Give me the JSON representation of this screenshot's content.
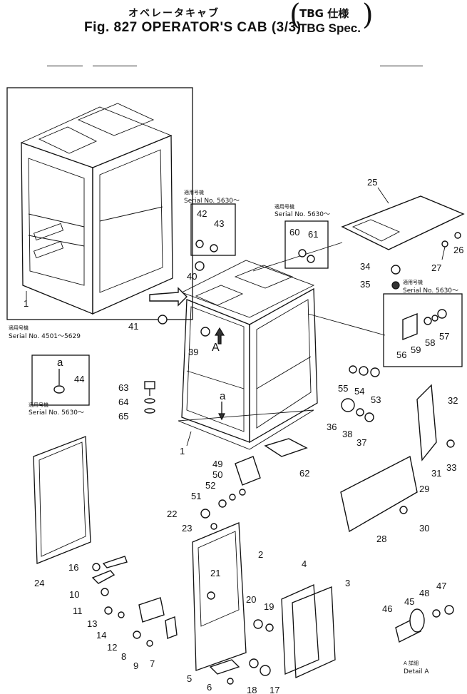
{
  "title": {
    "jp": "オベレータキャブ",
    "en": "Fig. 827 OPERATOR'S CAB (3/3)",
    "side_jp": "TBG 仕様",
    "side_en": "TBG Spec."
  },
  "notes": {
    "serial_42": {
      "jp": "適用号機",
      "en": "Serial No. 5630～"
    },
    "serial_60": {
      "jp": "適用号機",
      "en": "Serial No. 5630～"
    },
    "serial_56": {
      "jp": "適用号機",
      "en": "Serial No. 5630～"
    },
    "serial_44": {
      "jp": "適用号機",
      "en": "Serial No. 5630～"
    },
    "serial_old": {
      "jp": "適用号機",
      "en": "Serial No. 4501～5629"
    },
    "detail": {
      "jp": "A 詳細",
      "en": "Detail A"
    },
    "arrow_a": "A",
    "small_a1": "a",
    "small_a2": "a"
  },
  "part_numbers": [
    "1",
    "1",
    "2",
    "3",
    "4",
    "5",
    "6",
    "7",
    "8",
    "9",
    "10",
    "11",
    "12",
    "13",
    "14",
    "16",
    "17",
    "18",
    "19",
    "20",
    "21",
    "22",
    "23",
    "24",
    "25",
    "26",
    "27",
    "28",
    "29",
    "30",
    "31",
    "32",
    "33",
    "34",
    "35",
    "36",
    "37",
    "38",
    "39",
    "40",
    "41",
    "42",
    "43",
    "44",
    "45",
    "46",
    "47",
    "48",
    "49",
    "50",
    "51",
    "52",
    "53",
    "54",
    "55",
    "56",
    "57",
    "58",
    "59",
    "60",
    "61",
    "62",
    "63",
    "64",
    "65"
  ]
}
